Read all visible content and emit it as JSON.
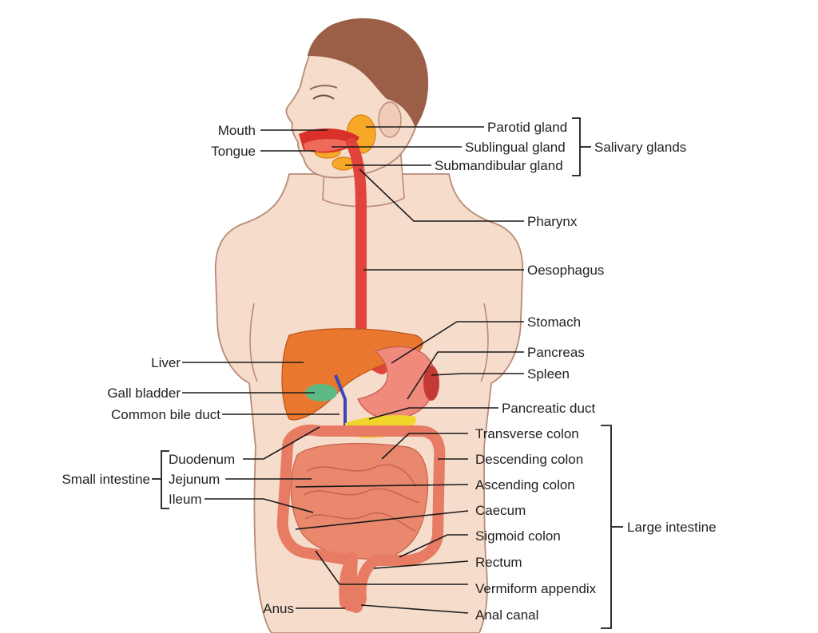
{
  "labels": {
    "mouth": "Mouth",
    "tongue": "Tongue",
    "parotid": "Parotid gland",
    "sublingual": "Sublingual gland",
    "submandibular": "Submandibular gland",
    "salivary_glands": "Salivary glands",
    "pharynx": "Pharynx",
    "oesophagus": "Oesophagus",
    "stomach": "Stomach",
    "pancreas": "Pancreas",
    "spleen": "Spleen",
    "pancreatic_duct": "Pancreatic duct",
    "liver": "Liver",
    "gall_bladder": "Gall bladder",
    "common_bile_duct": "Common bile duct",
    "duodenum": "Duodenum",
    "jejunum": "Jejunum",
    "ileum": "Ileum",
    "small_intestine": "Small intestine",
    "transverse_colon": "Transverse colon",
    "descending_colon": "Descending colon",
    "ascending_colon": "Ascending colon",
    "caecum": "Caecum",
    "sigmoid_colon": "Sigmoid colon",
    "rectum": "Rectum",
    "vermiform_appendix": "Vermiform appendix",
    "anal_canal": "Anal canal",
    "large_intestine": "Large intestine",
    "anus": "Anus"
  },
  "colors": {
    "skin": "#f6dccb",
    "skin_outline": "#b98a78",
    "hair": "#9b5f48",
    "tract": "#e0443d",
    "liver": "#e9782e",
    "stomach": "#ef8a7c",
    "gall_bladder": "#5dba83",
    "pancreas": "#f0d52a",
    "intestine": "#e9886d",
    "salivary": "#f7a826",
    "lines": "#1a1a1a",
    "text": "#222222"
  }
}
